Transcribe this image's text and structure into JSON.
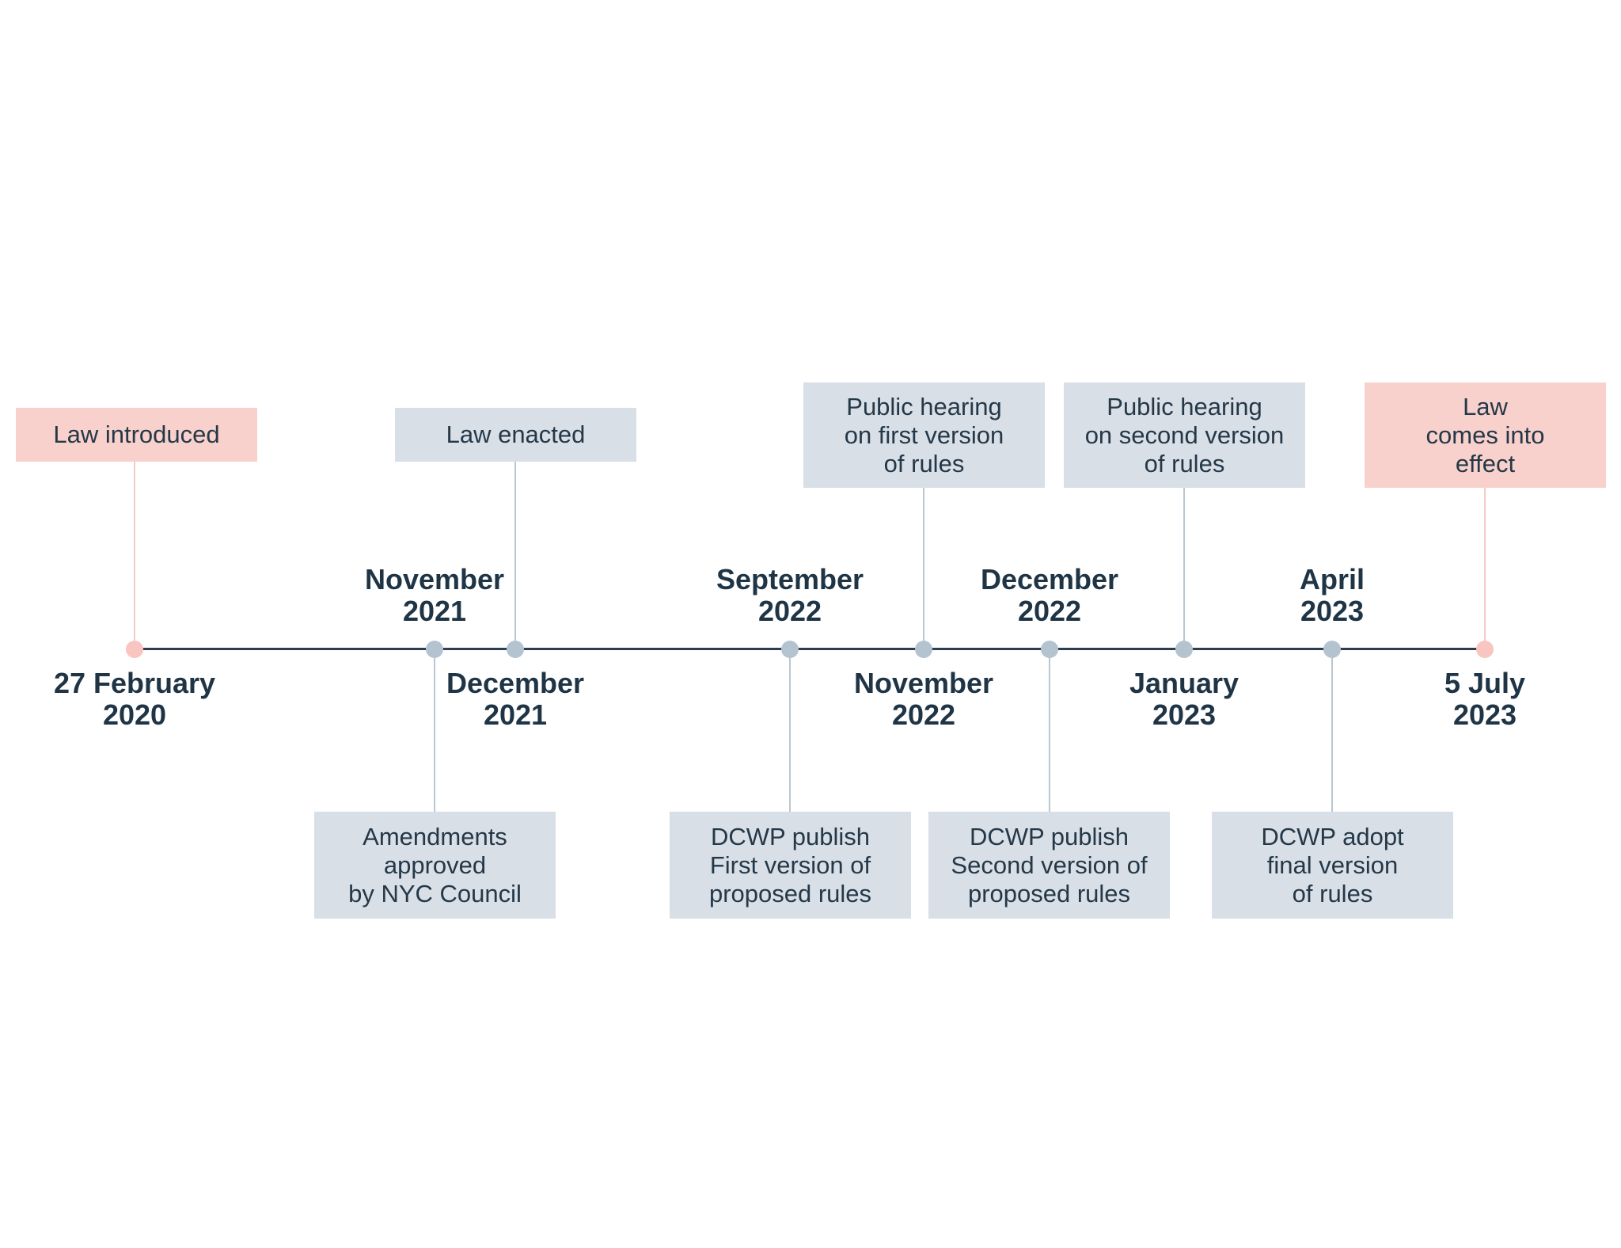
{
  "colors": {
    "background": "#ffffff",
    "timeline_axis": "#2c3e4f",
    "pink_box": "#f9d1cc",
    "pink_dot": "#f8c5c1",
    "pink_connector": "#f6cac6",
    "gray_box": "#d8dfe7",
    "gray_dot": "#b4c3d0",
    "gray_connector": "#b9c7d3",
    "date_text": "#1f3546",
    "label_text": "#253848"
  },
  "timeline": {
    "events": [
      {
        "id": "law-introduced",
        "date_lines": [
          "27 February",
          "2020"
        ],
        "label_lines": [
          "Law introduced"
        ],
        "emphasis": "pink",
        "label_side": "above",
        "date_side": "below"
      },
      {
        "id": "amendments-approved",
        "date_lines": [
          "November",
          "2021"
        ],
        "label_lines": [
          "Amendments",
          "approved",
          "by NYC Council"
        ],
        "emphasis": "gray",
        "label_side": "below",
        "date_side": "above"
      },
      {
        "id": "law-enacted",
        "date_lines": [
          "December",
          "2021"
        ],
        "label_lines": [
          "Law enacted"
        ],
        "emphasis": "gray",
        "label_side": "above",
        "date_side": "below"
      },
      {
        "id": "dcwp-publish-first-version",
        "date_lines": [
          "September",
          "2022"
        ],
        "label_lines": [
          "DCWP publish",
          "First version of",
          "proposed rules"
        ],
        "emphasis": "gray",
        "label_side": "below",
        "date_side": "above"
      },
      {
        "id": "public-hearing-first-version",
        "date_lines": [
          "November",
          "2022"
        ],
        "label_lines": [
          "Public hearing",
          "on first version",
          "of rules"
        ],
        "emphasis": "gray",
        "label_side": "above",
        "date_side": "below"
      },
      {
        "id": "dcwp-publish-second-version",
        "date_lines": [
          "December",
          "2022"
        ],
        "label_lines": [
          "DCWP publish",
          "Second version of",
          "proposed rules"
        ],
        "emphasis": "gray",
        "label_side": "below",
        "date_side": "above"
      },
      {
        "id": "public-hearing-second-version",
        "date_lines": [
          "January",
          "2023"
        ],
        "label_lines": [
          "Public hearing",
          "on second version",
          "of rules"
        ],
        "emphasis": "gray",
        "label_side": "above",
        "date_side": "below"
      },
      {
        "id": "dcwp-adopt-final-version",
        "date_lines": [
          "April",
          "2023"
        ],
        "label_lines": [
          "DCWP adopt",
          "final version",
          "of rules"
        ],
        "emphasis": "gray",
        "label_side": "below",
        "date_side": "above"
      },
      {
        "id": "law-comes-into-effect",
        "date_lines": [
          "5 July",
          "2023"
        ],
        "label_lines": [
          "Law",
          "comes into",
          "effect"
        ],
        "emphasis": "pink",
        "label_side": "above",
        "date_side": "below"
      }
    ]
  }
}
